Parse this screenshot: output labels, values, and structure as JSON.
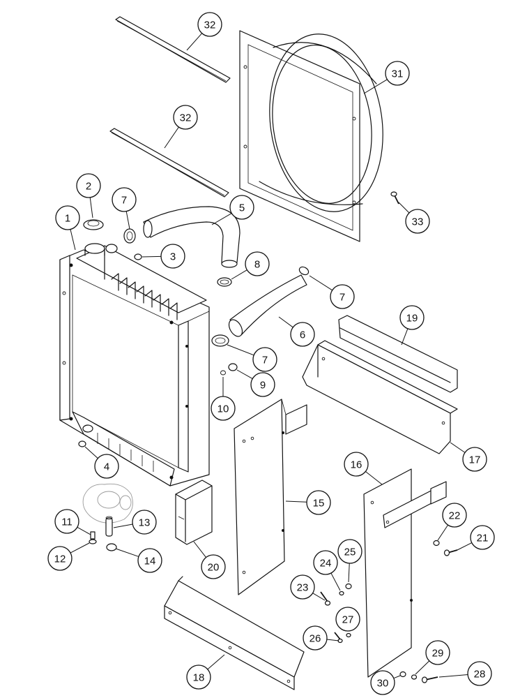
{
  "callouts": [
    {
      "id": "1",
      "label": "1"
    },
    {
      "id": "2",
      "label": "2"
    },
    {
      "id": "3",
      "label": "3"
    },
    {
      "id": "4",
      "label": "4"
    },
    {
      "id": "5",
      "label": "5"
    },
    {
      "id": "6",
      "label": "6"
    },
    {
      "id": "7a",
      "label": "7"
    },
    {
      "id": "7b",
      "label": "7"
    },
    {
      "id": "7c",
      "label": "7"
    },
    {
      "id": "8",
      "label": "8"
    },
    {
      "id": "9",
      "label": "9"
    },
    {
      "id": "10",
      "label": "10"
    },
    {
      "id": "11",
      "label": "11"
    },
    {
      "id": "12",
      "label": "12"
    },
    {
      "id": "13",
      "label": "13"
    },
    {
      "id": "14",
      "label": "14"
    },
    {
      "id": "15",
      "label": "15"
    },
    {
      "id": "16",
      "label": "16"
    },
    {
      "id": "17",
      "label": "17"
    },
    {
      "id": "18",
      "label": "18"
    },
    {
      "id": "19",
      "label": "19"
    },
    {
      "id": "20",
      "label": "20"
    },
    {
      "id": "21",
      "label": "21"
    },
    {
      "id": "22",
      "label": "22"
    },
    {
      "id": "23",
      "label": "23"
    },
    {
      "id": "24",
      "label": "24"
    },
    {
      "id": "25",
      "label": "25"
    },
    {
      "id": "26",
      "label": "26"
    },
    {
      "id": "27",
      "label": "27"
    },
    {
      "id": "28",
      "label": "28"
    },
    {
      "id": "29",
      "label": "29"
    },
    {
      "id": "30",
      "label": "30"
    },
    {
      "id": "31",
      "label": "31"
    },
    {
      "id": "32a",
      "label": "32"
    },
    {
      "id": "32b",
      "label": "32"
    },
    {
      "id": "33",
      "label": "33"
    }
  ]
}
